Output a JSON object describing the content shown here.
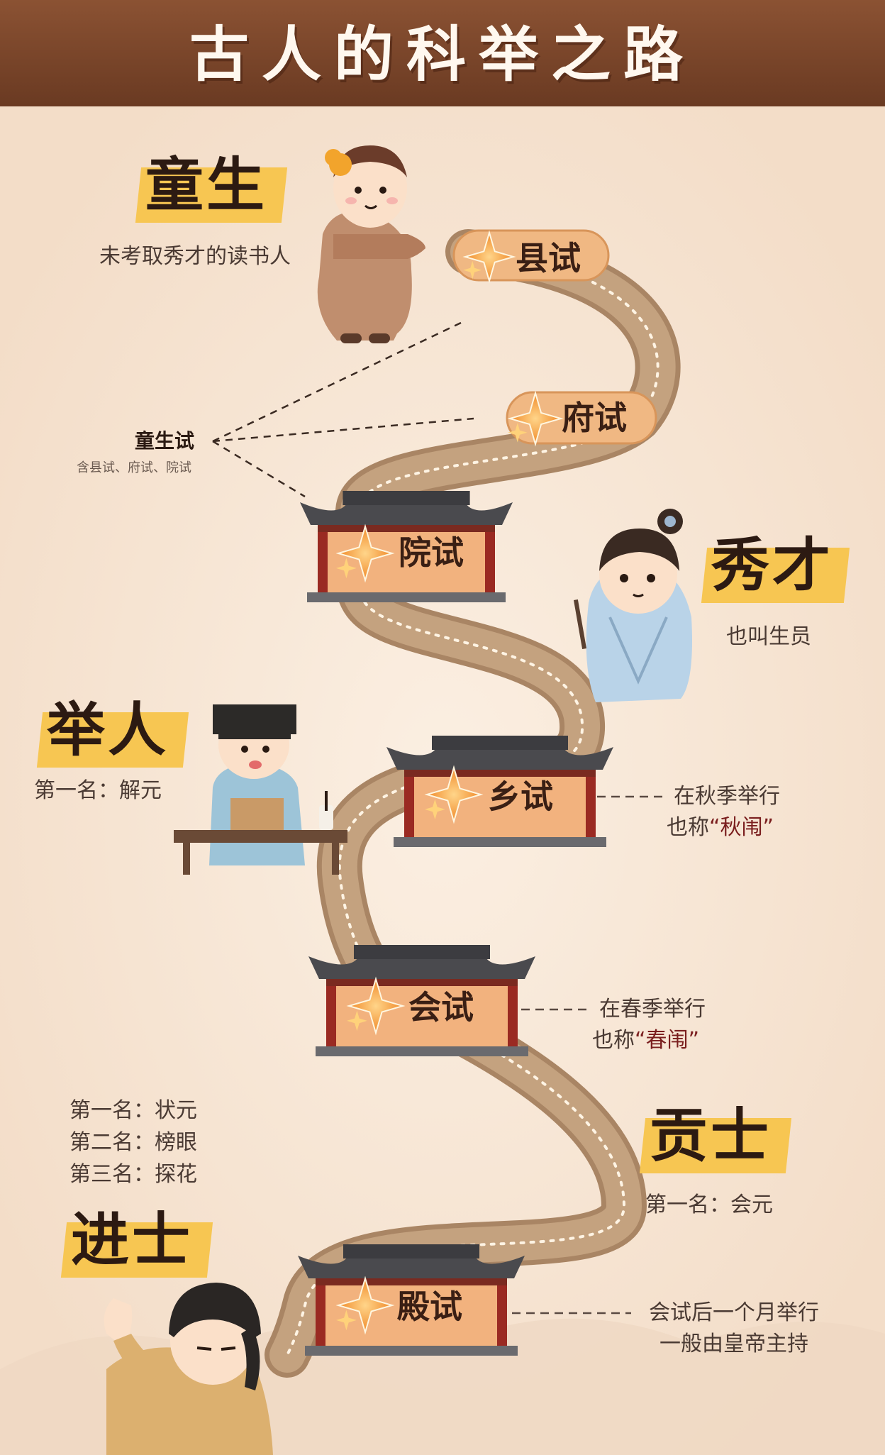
{
  "title": "古人的科举之路",
  "titles": {
    "tongsheng": "童生",
    "xiucai": "秀才",
    "juren": "举人",
    "gongshi": "贡士",
    "jinshi": "进士"
  },
  "notes": {
    "tongsheng_desc": "未考取秀才的读书人",
    "xiucai_desc": "也叫生员",
    "juren_desc": "第一名：解元",
    "gongshi_desc": "第一名：会元",
    "jinshi_rank1": "第一名：状元",
    "jinshi_rank2": "第二名：榜眼",
    "jinshi_rank3": "第三名：探花"
  },
  "exams": {
    "xianshi": "县试",
    "fushi": "府试",
    "yuanshi": "院试",
    "xiangshi": "乡试",
    "huishi": "会试",
    "dianshi": "殿试"
  },
  "tongshengshi": {
    "label": "童生试",
    "sub": "含县试、府试、院试"
  },
  "annotations": {
    "xiangshi_line1": "在秋季举行",
    "xiangshi_line2_prefix": "也称",
    "xiangshi_line2_quote": "“秋闱”",
    "huishi_line1": "在春季举行",
    "huishi_line2_prefix": "也称",
    "huishi_line2_quote": "“春闱”",
    "dianshi_line1": "会试后一个月举行",
    "dianshi_line2": "一般由皇帝主持"
  },
  "colors": {
    "background": "#f6e6d5",
    "header": "#7a4328",
    "road": "#b89676",
    "highlight": "#f7c652",
    "star": "#f5a33c"
  }
}
